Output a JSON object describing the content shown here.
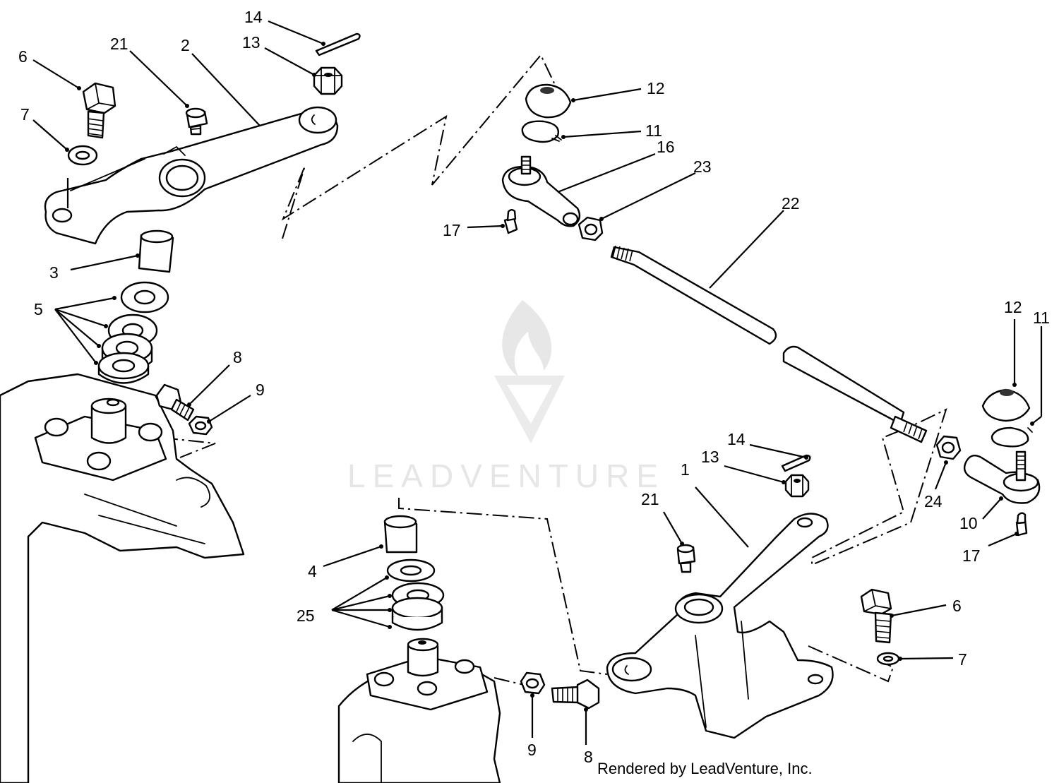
{
  "diagram": {
    "credit": "Rendered by LeadVenture, Inc.",
    "watermark": "LEADVENTURE",
    "callouts": [
      {
        "id": "c-14-top",
        "label": "14"
      },
      {
        "id": "c-13-top",
        "label": "13"
      },
      {
        "id": "c-21-top",
        "label": "21"
      },
      {
        "id": "c-2",
        "label": "2"
      },
      {
        "id": "c-6-top",
        "label": "6"
      },
      {
        "id": "c-7-top",
        "label": "7"
      },
      {
        "id": "c-3",
        "label": "3"
      },
      {
        "id": "c-5",
        "label": "5"
      },
      {
        "id": "c-8-left",
        "label": "8"
      },
      {
        "id": "c-9-left",
        "label": "9"
      },
      {
        "id": "c-12-top",
        "label": "12"
      },
      {
        "id": "c-11-top",
        "label": "11"
      },
      {
        "id": "c-16",
        "label": "16"
      },
      {
        "id": "c-23",
        "label": "23"
      },
      {
        "id": "c-22",
        "label": "22"
      },
      {
        "id": "c-17-top",
        "label": "17"
      },
      {
        "id": "c-12-right",
        "label": "12"
      },
      {
        "id": "c-11-right",
        "label": "11"
      },
      {
        "id": "c-14-mid",
        "label": "14"
      },
      {
        "id": "c-13-mid",
        "label": "13"
      },
      {
        "id": "c-1",
        "label": "1"
      },
      {
        "id": "c-21-mid",
        "label": "21"
      },
      {
        "id": "c-24",
        "label": "24"
      },
      {
        "id": "c-10",
        "label": "10"
      },
      {
        "id": "c-17-right",
        "label": "17"
      },
      {
        "id": "c-4",
        "label": "4"
      },
      {
        "id": "c-25",
        "label": "25"
      },
      {
        "id": "c-6-right",
        "label": "6"
      },
      {
        "id": "c-7-right",
        "label": "7"
      },
      {
        "id": "c-9-bottom",
        "label": "9"
      },
      {
        "id": "c-8-bottom",
        "label": "8"
      }
    ]
  }
}
